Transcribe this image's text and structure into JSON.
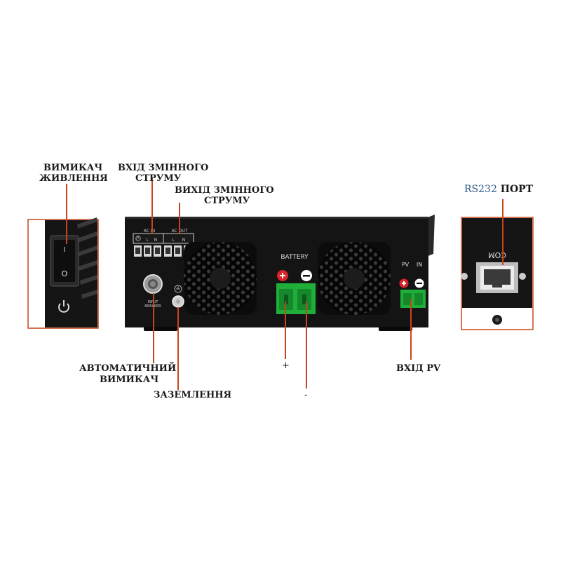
{
  "labels": {
    "power_switch_1": "ВИМИКАЧ",
    "power_switch_2": "ЖИВЛЕННЯ",
    "ac_in_1": "ВХІД ЗМІННОГО",
    "ac_in_2": "СТРУМУ",
    "ac_out_1": "ВИХІД ЗМІННОГО",
    "ac_out_2": "СТРУМУ",
    "rs232_a": "RS232",
    "rs232_b": "ПОРТ",
    "breaker_1": "АВТОМАТИЧНИЙ",
    "breaker_2": "ВИМИКАЧ",
    "ground": "ЗАЗЕМЛЕННЯ",
    "plus": "+",
    "minus": "-",
    "pv_input": "ВХІД PV"
  },
  "device": {
    "ac_in": "AC IN",
    "ac_out": "AC OUT",
    "term_l": "L",
    "term_n": "N",
    "battery": "BATTERY",
    "pv": "PV",
    "in": "IN",
    "input_breaker_1": "INPUT",
    "input_breaker_2": "BREAKER",
    "com": "COM",
    "switch_on": "I",
    "switch_off": "O"
  },
  "colors": {
    "leader": "#c8451c",
    "connector_green": "#1fae3a",
    "positive_red": "#d8242a",
    "device_body": "#141414"
  }
}
